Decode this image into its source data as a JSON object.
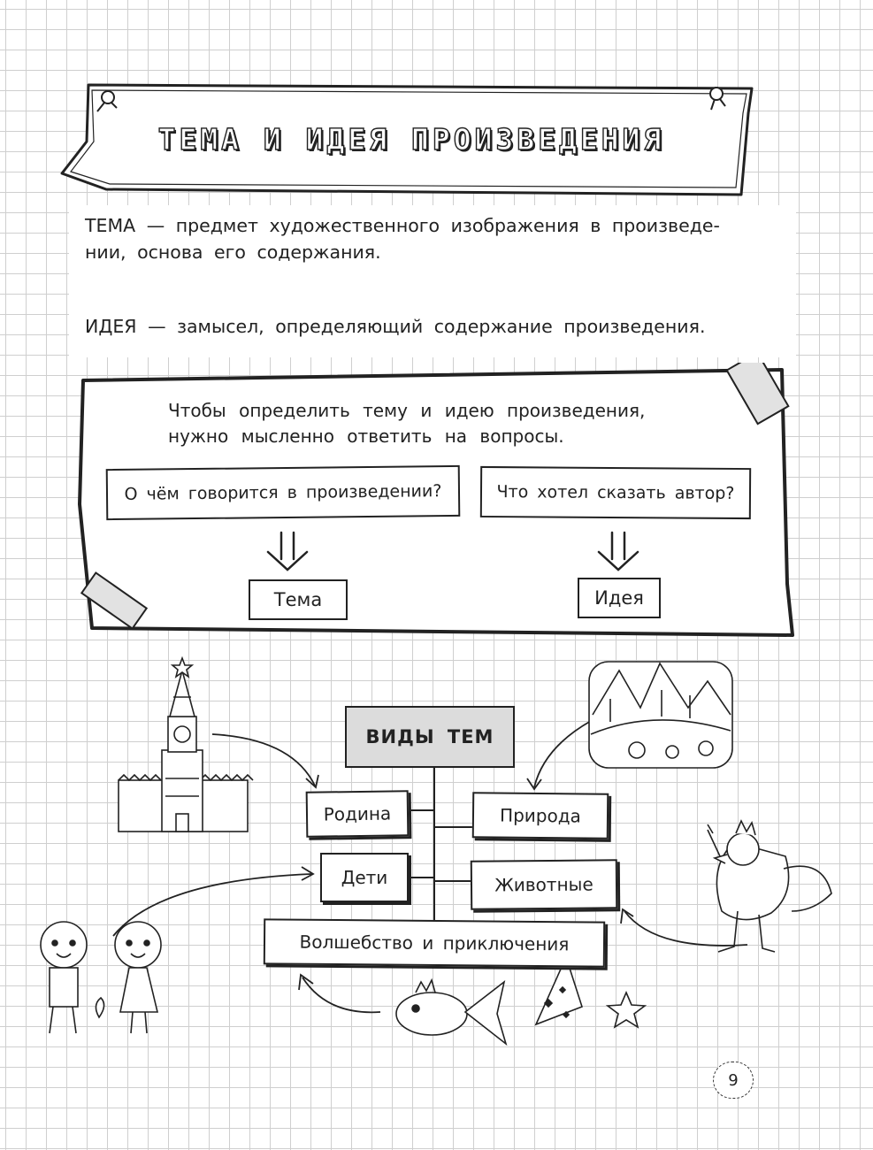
{
  "title": "ТЕМА И ИДЕЯ ПРОИЗВЕДЕНИЯ",
  "definitions": {
    "tema_line1": "ТЕМА — предмет художественного изображения в произведе-",
    "tema_line2": "нии, основа его содержания.",
    "ideya": "ИДЕЯ — замысел, определяющий содержание произведения."
  },
  "frame": {
    "intro_line1": "Чтобы определить тему и идею произведения,",
    "intro_line2": "нужно мысленно ответить на вопросы.",
    "question_left": "О чём говорится в произведении?",
    "question_right": "Что хотел сказать автор?",
    "answer_left": "Тема",
    "answer_right": "Идея"
  },
  "diagram": {
    "header": "ВИДЫ ТЕМ",
    "rodina": "Родина",
    "deti": "Дети",
    "priroda": "Природа",
    "zhivotnye": "Животные",
    "volshebstvo": "Волшебство и приключения"
  },
  "page_number": "9"
}
